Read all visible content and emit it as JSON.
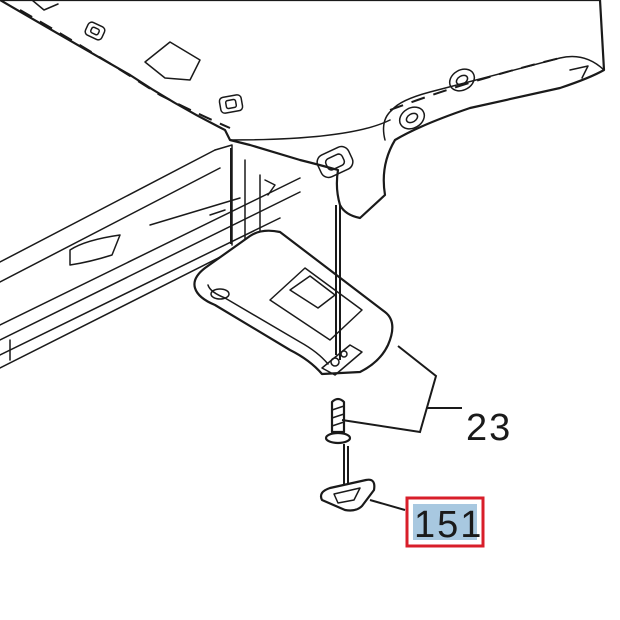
{
  "callouts": [
    {
      "id": "sun-visor-assembly",
      "label": "23",
      "highlighted": false
    },
    {
      "id": "visor-clip-cover",
      "label": "151",
      "highlighted": true
    }
  ],
  "colors": {
    "line": "#1a1a1a",
    "highlight_fill": "#a8c8e0",
    "highlight_border": "#d81e2a",
    "background": "#ffffff"
  }
}
